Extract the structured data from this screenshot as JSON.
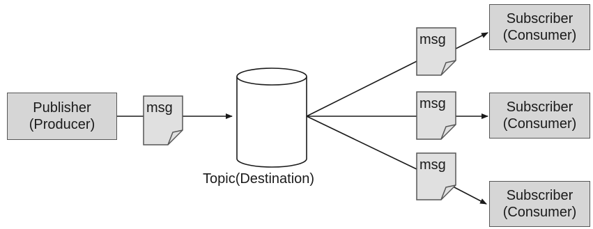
{
  "publisher": {
    "line1": "Publisher",
    "line2": "(Producer)"
  },
  "topic": {
    "label": "Topic(Destination)"
  },
  "msg_label": "msg",
  "subscribers": [
    {
      "line1": "Subscriber",
      "line2": "(Consumer)"
    },
    {
      "line1": "Subscriber",
      "line2": "(Consumer)"
    },
    {
      "line1": "Subscriber",
      "line2": "(Consumer)"
    }
  ],
  "colors": {
    "box_fill": "#d6d6d6",
    "doc_fill": "#e0e0e0",
    "stroke": "#555555",
    "line": "#1a1a1a"
  }
}
